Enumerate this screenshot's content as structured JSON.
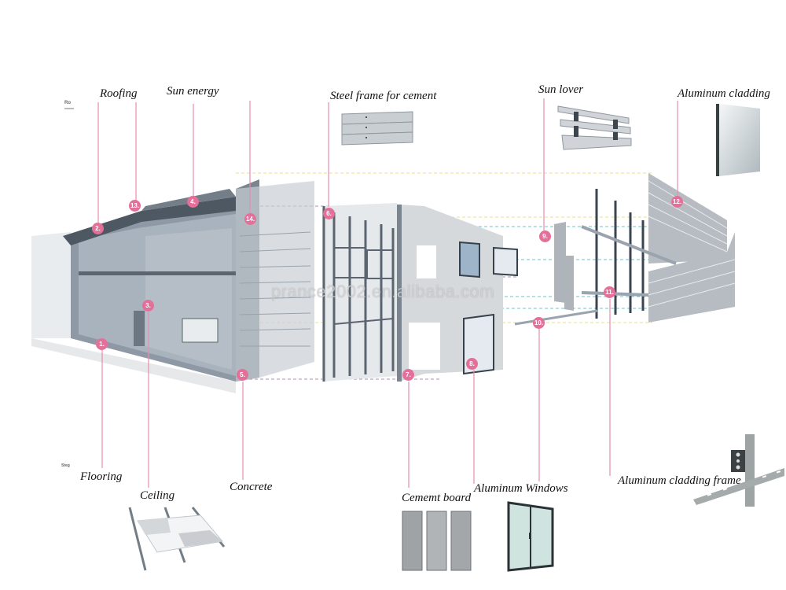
{
  "diagram": {
    "title_fragments": {
      "top_left": "Ro",
      "bottom_left": "Steg"
    },
    "watermark": "prance2002.en.alibaba.com",
    "marker_color": "#e4709a",
    "leader_color": "#e58db0",
    "labels": {
      "roofing": "Roofing",
      "sun_energy": "Sun energy",
      "steel_frame": "Steel frame for cement",
      "sun_lover": "Sun lover",
      "aluminum_cladding": "Aluminum cladding",
      "flooring": "Flooring",
      "ceiling": "Ceiling",
      "concrete": "Concrete",
      "cement_board": "Cememt board",
      "aluminum_windows": "Aluminum Windows",
      "aluminum_cladding_frame": "Aluminum cladding frame"
    },
    "markers": [
      "1.",
      "2.",
      "3.",
      "4.",
      "5.",
      "6.",
      "7.",
      "8.",
      "9.",
      "10.",
      "11.",
      "12.",
      "13.",
      "14."
    ]
  }
}
